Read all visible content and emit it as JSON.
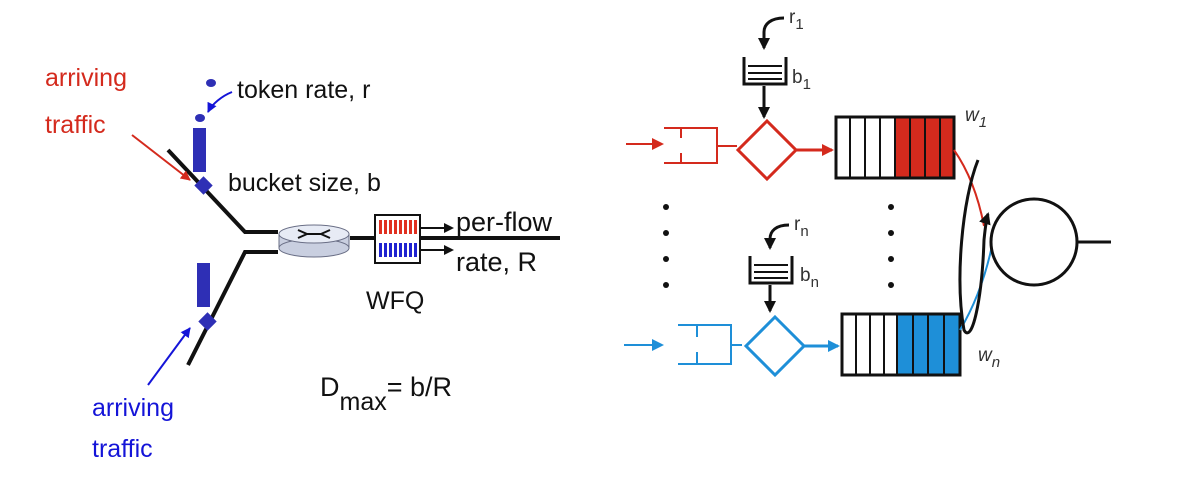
{
  "left": {
    "arriving_traffic_top": [
      "arriving",
      "traffic"
    ],
    "token_rate": "token rate, r",
    "bucket_size": "bucket size, b",
    "per_flow": "per-flow",
    "rate": "rate, R",
    "wfq": "WFQ",
    "dmax_D": "D",
    "dmax_sub": "max",
    "dmax_rest": "= b/R",
    "arriving_traffic_bottom": [
      "arriving",
      "traffic"
    ]
  },
  "right": {
    "r1_base": "r",
    "r1_sub": "1",
    "b1_base": "b",
    "b1_sub": "1",
    "rn_base": "r",
    "rn_sub": "n",
    "bn_base": "b",
    "bn_sub": "n",
    "w1_base": "w",
    "w1_sub": "1",
    "wn_base": "w",
    "wn_sub": "n"
  },
  "colors": {
    "red": "#d42a1d",
    "blue_text": "#1414d8",
    "cyan": "#1e8fd8",
    "bucket_blue": "#2e2fb5",
    "black": "#111111"
  }
}
